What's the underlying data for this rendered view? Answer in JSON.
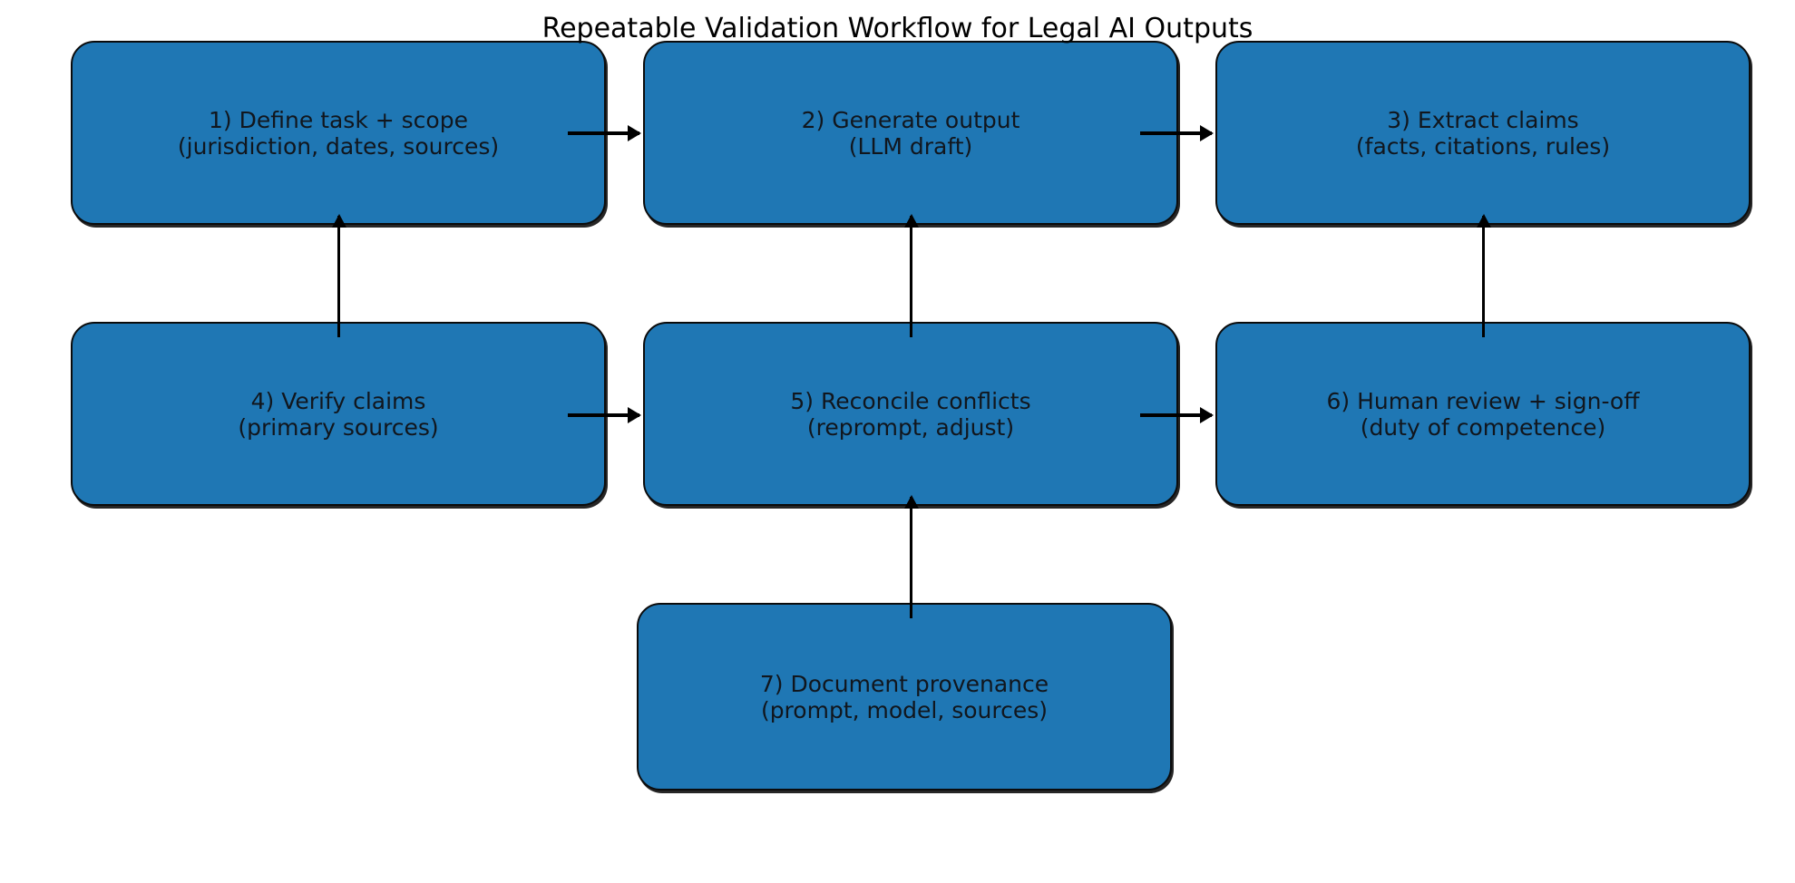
{
  "title": "Repeatable Validation Workflow for Legal AI Outputs",
  "colors": {
    "node_fill": "#1f77b4",
    "node_border": "#0b0b0b",
    "node_text": "#11161d",
    "arrow": "#000000",
    "background": "#ffffff"
  },
  "nodes": [
    {
      "id": "define-task",
      "line1": "1) Define task + scope",
      "line2": "(jurisdiction, dates, sources)"
    },
    {
      "id": "generate-output",
      "line1": "2) Generate output",
      "line2": "(LLM draft)"
    },
    {
      "id": "extract-claims",
      "line1": "3) Extract claims",
      "line2": "(facts, citations, rules)"
    },
    {
      "id": "verify-claims",
      "line1": "4) Verify claims",
      "line2": "(primary sources)"
    },
    {
      "id": "reconcile-conflicts",
      "line1": "5) Reconcile conflicts",
      "line2": "(reprompt, adjust)"
    },
    {
      "id": "human-review",
      "line1": "6) Human review + sign-off",
      "line2": "(duty of competence)"
    },
    {
      "id": "document-provenance",
      "line1": "7) Document provenance",
      "line2": "(prompt, model, sources)"
    }
  ],
  "edges": [
    {
      "id": "edge-1-to-2",
      "from": "define-task",
      "to": "generate-output",
      "direction": "right"
    },
    {
      "id": "edge-2-to-3",
      "from": "generate-output",
      "to": "extract-claims",
      "direction": "right"
    },
    {
      "id": "edge-4-to-1",
      "from": "verify-claims",
      "to": "define-task",
      "direction": "up"
    },
    {
      "id": "edge-4-to-5",
      "from": "verify-claims",
      "to": "reconcile-conflicts",
      "direction": "right"
    },
    {
      "id": "edge-5-to-6",
      "from": "reconcile-conflicts",
      "to": "human-review",
      "direction": "right"
    },
    {
      "id": "edge-5-to-2",
      "from": "reconcile-conflicts",
      "to": "generate-output",
      "direction": "up"
    },
    {
      "id": "edge-6-to-3",
      "from": "human-review",
      "to": "extract-claims",
      "direction": "up"
    },
    {
      "id": "edge-7-to-5",
      "from": "document-provenance",
      "to": "reconcile-conflicts",
      "direction": "up"
    }
  ]
}
